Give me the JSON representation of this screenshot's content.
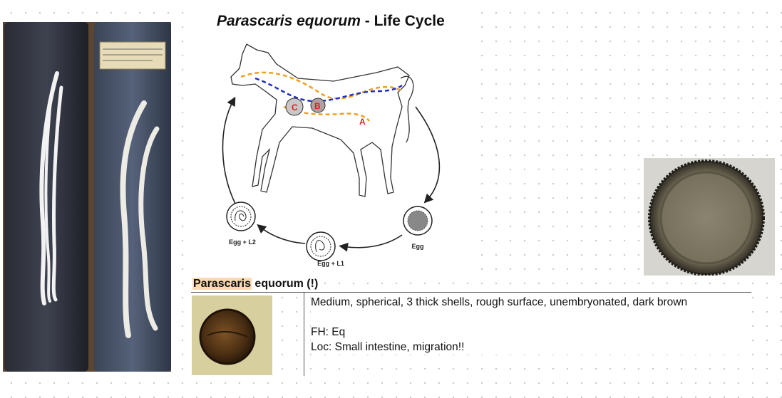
{
  "lifecycle": {
    "title_italic": "Parascaris equorum",
    "title_rest": " - Life Cycle",
    "labels": {
      "a": "A",
      "b": "B",
      "c": "C",
      "egg": "Egg",
      "egg_l1": "Egg + L1",
      "egg_l2": "Egg + L2"
    }
  },
  "note": {
    "title_highlight": "Parascaris",
    "title_rest": " equorum (!)",
    "description": "Medium, spherical, 3 thick shells, rough surface, unembryonated, dark brown",
    "fh": "FH: Eq",
    "loc": "Loc: Small intestine, migration!!"
  },
  "colors": {
    "highlight": "#fbd9b0",
    "route_orange": "#f0a020",
    "route_blue": "#2030c0",
    "marker_red": "#e02020"
  }
}
